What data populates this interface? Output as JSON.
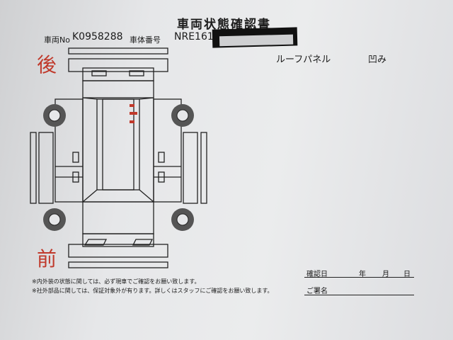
{
  "document": {
    "title": "車両状態確認書",
    "vehicle_no_label": "車両No",
    "vehicle_no": "K0958288",
    "body_no_label": "車体番号",
    "body_no": "NRE161-",
    "rear_label": "後",
    "front_label": "前",
    "damage_note_part": "ルーフパネル",
    "damage_note_type": "凹み",
    "footnote_1": "※内外装の状態に関しては、必ず現車でご確認をお願い致します。",
    "footnote_2": "※社外部品に関しては、保証対象外が有ります。詳しくはスタッフにご確認をお願い致します。",
    "confirm_date_label": "確認日",
    "year_label": "年",
    "month_label": "月",
    "day_label": "日",
    "signature_label": "ご署名"
  },
  "colors": {
    "accent_red": "#c0392b",
    "ink": "#1b1b1b"
  }
}
